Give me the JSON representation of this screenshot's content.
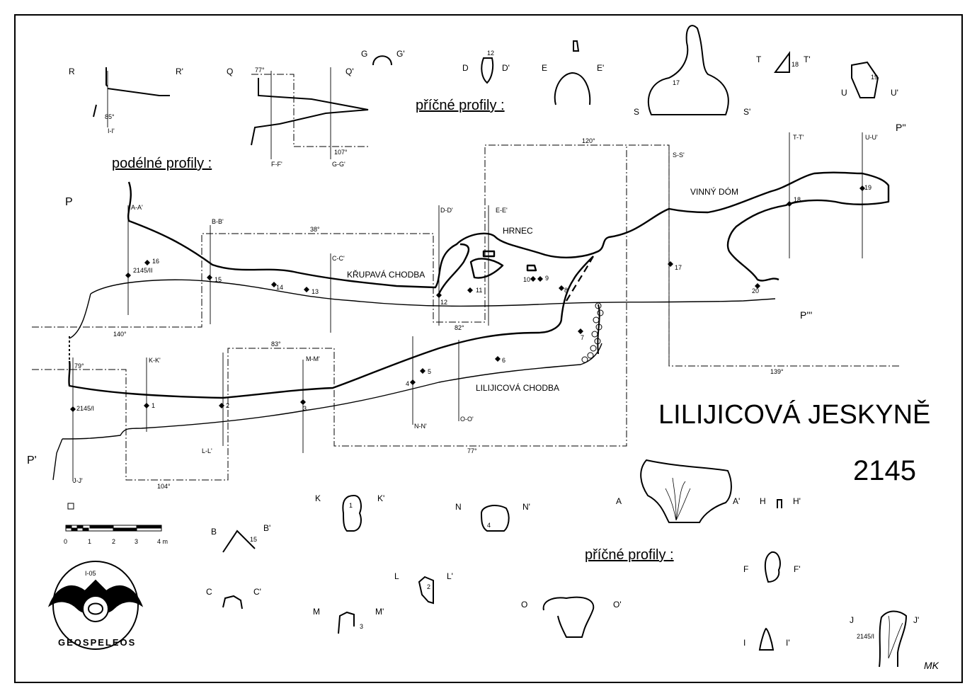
{
  "map": {
    "title": "LILIJICOVÁ JESKYNĚ",
    "number": "2145",
    "headings": {
      "longitudinal": "podélné profily :",
      "cross_top": "příčné profily :",
      "cross_bottom": "příčné profily :"
    },
    "places": {
      "hrnec": "HRNEC",
      "krupava": "KŘUPAVÁ CHODBA",
      "vinny": "VINNÝ DÓM",
      "lilijicova": "LILIJICOVÁ CHODBA"
    },
    "sections": {
      "AA": "A-A'",
      "BB": "B-B'",
      "CC": "C-C'",
      "DD": "D-D'",
      "EE": "E-E'",
      "FF": "F-F'",
      "GG": "G-G'",
      "II": "I-I'",
      "JJ": "J-J'",
      "KK": "K-K'",
      "LL": "L-L'",
      "MM": "M-M'",
      "NN": "N-N'",
      "OO": "O-O'",
      "SS": "S-S'",
      "TT": "T-T'",
      "UU": "U-U'"
    },
    "profiles": {
      "P": "P",
      "P1": "P'",
      "P2": "P''",
      "P3": "P'''",
      "R": "R",
      "R1": "R'",
      "Q": "Q",
      "Q1": "Q'"
    },
    "azimuths": {
      "a85": "85°",
      "a77top": "77°",
      "a107": "107°",
      "a120": "120°",
      "a38": "38°",
      "a140": "140°",
      "a82": "82°",
      "a83": "83°",
      "a79": "79°",
      "a139": "139°",
      "a77bot": "77°",
      "a104": "104°"
    },
    "stations": {
      "s2145II": "2145/II",
      "s2145I": "2145/I",
      "s1": "1",
      "s2": "2",
      "s3": "3",
      "s4": "4",
      "s5": "5",
      "s6": "6",
      "s7": "7",
      "s8": "8",
      "s9": "9",
      "s10": "10",
      "s11": "11",
      "s12": "12",
      "s13": "13",
      "s14": "14",
      "s15": "15",
      "s16": "16",
      "s17": "17",
      "s18": "18",
      "s19": "19",
      "s20": "20"
    },
    "cross_labels": {
      "G": "G",
      "G1": "G'",
      "D": "D",
      "D1": "D'",
      "E": "E",
      "E1": "E'",
      "S": "S",
      "S1": "S'",
      "T": "T",
      "T1": "T'",
      "U": "U",
      "U1": "U'",
      "A": "A",
      "A1": "A'",
      "H": "H",
      "H1": "H'",
      "K": "K",
      "K1": "K'",
      "N": "N",
      "N1": "N'",
      "B": "B",
      "B1": "B'",
      "C": "C",
      "C1": "C'",
      "L": "L",
      "L1": "L'",
      "M": "M",
      "M1": "M'",
      "O": "O",
      "O1": "O'",
      "F": "F",
      "F1": "F'",
      "I": "I",
      "I1": "I'",
      "J": "J",
      "J1": "J'",
      "s12x": "12",
      "s17x": "17",
      "s18x": "18",
      "s19x": "19",
      "s1x": "1",
      "s4x": "4",
      "s15x": "15",
      "s2x": "2",
      "s3x": "3",
      "s2145Ix": "2145/I"
    },
    "scale": {
      "ticks": [
        "0",
        "1",
        "2",
        "3",
        "4 m"
      ]
    },
    "logo": {
      "top": "I-05",
      "ring": "GEOSPELEOS"
    },
    "signature": "MK"
  }
}
